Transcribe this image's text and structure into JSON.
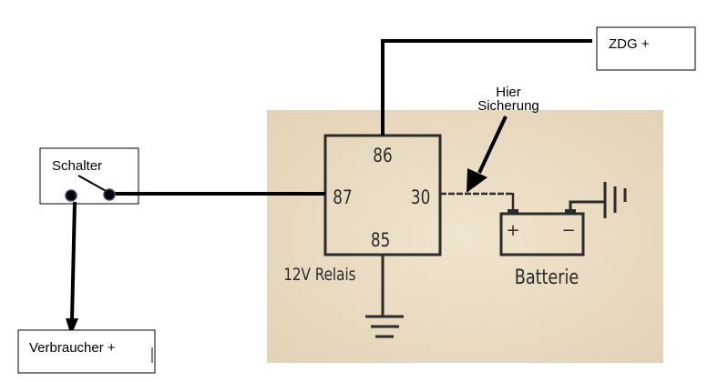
{
  "labels": {
    "zdg": "ZDG +",
    "schalter": "Schalter",
    "verbraucher": "Verbraucher  +",
    "hier": "Hier",
    "sicherung": "Sicherung",
    "relay_title": "12V Relais",
    "battery_title": "Batterie",
    "pin86": "86",
    "pin87": "87",
    "pin30": "30",
    "pin85": "85",
    "battery_plus": "+",
    "battery_minus": "−"
  },
  "colors": {
    "background_panel": "#e9dcc3",
    "wire": "#000000",
    "schematic_line": "#2b2b2b",
    "switch_contact_border": "#2f4f7f"
  }
}
